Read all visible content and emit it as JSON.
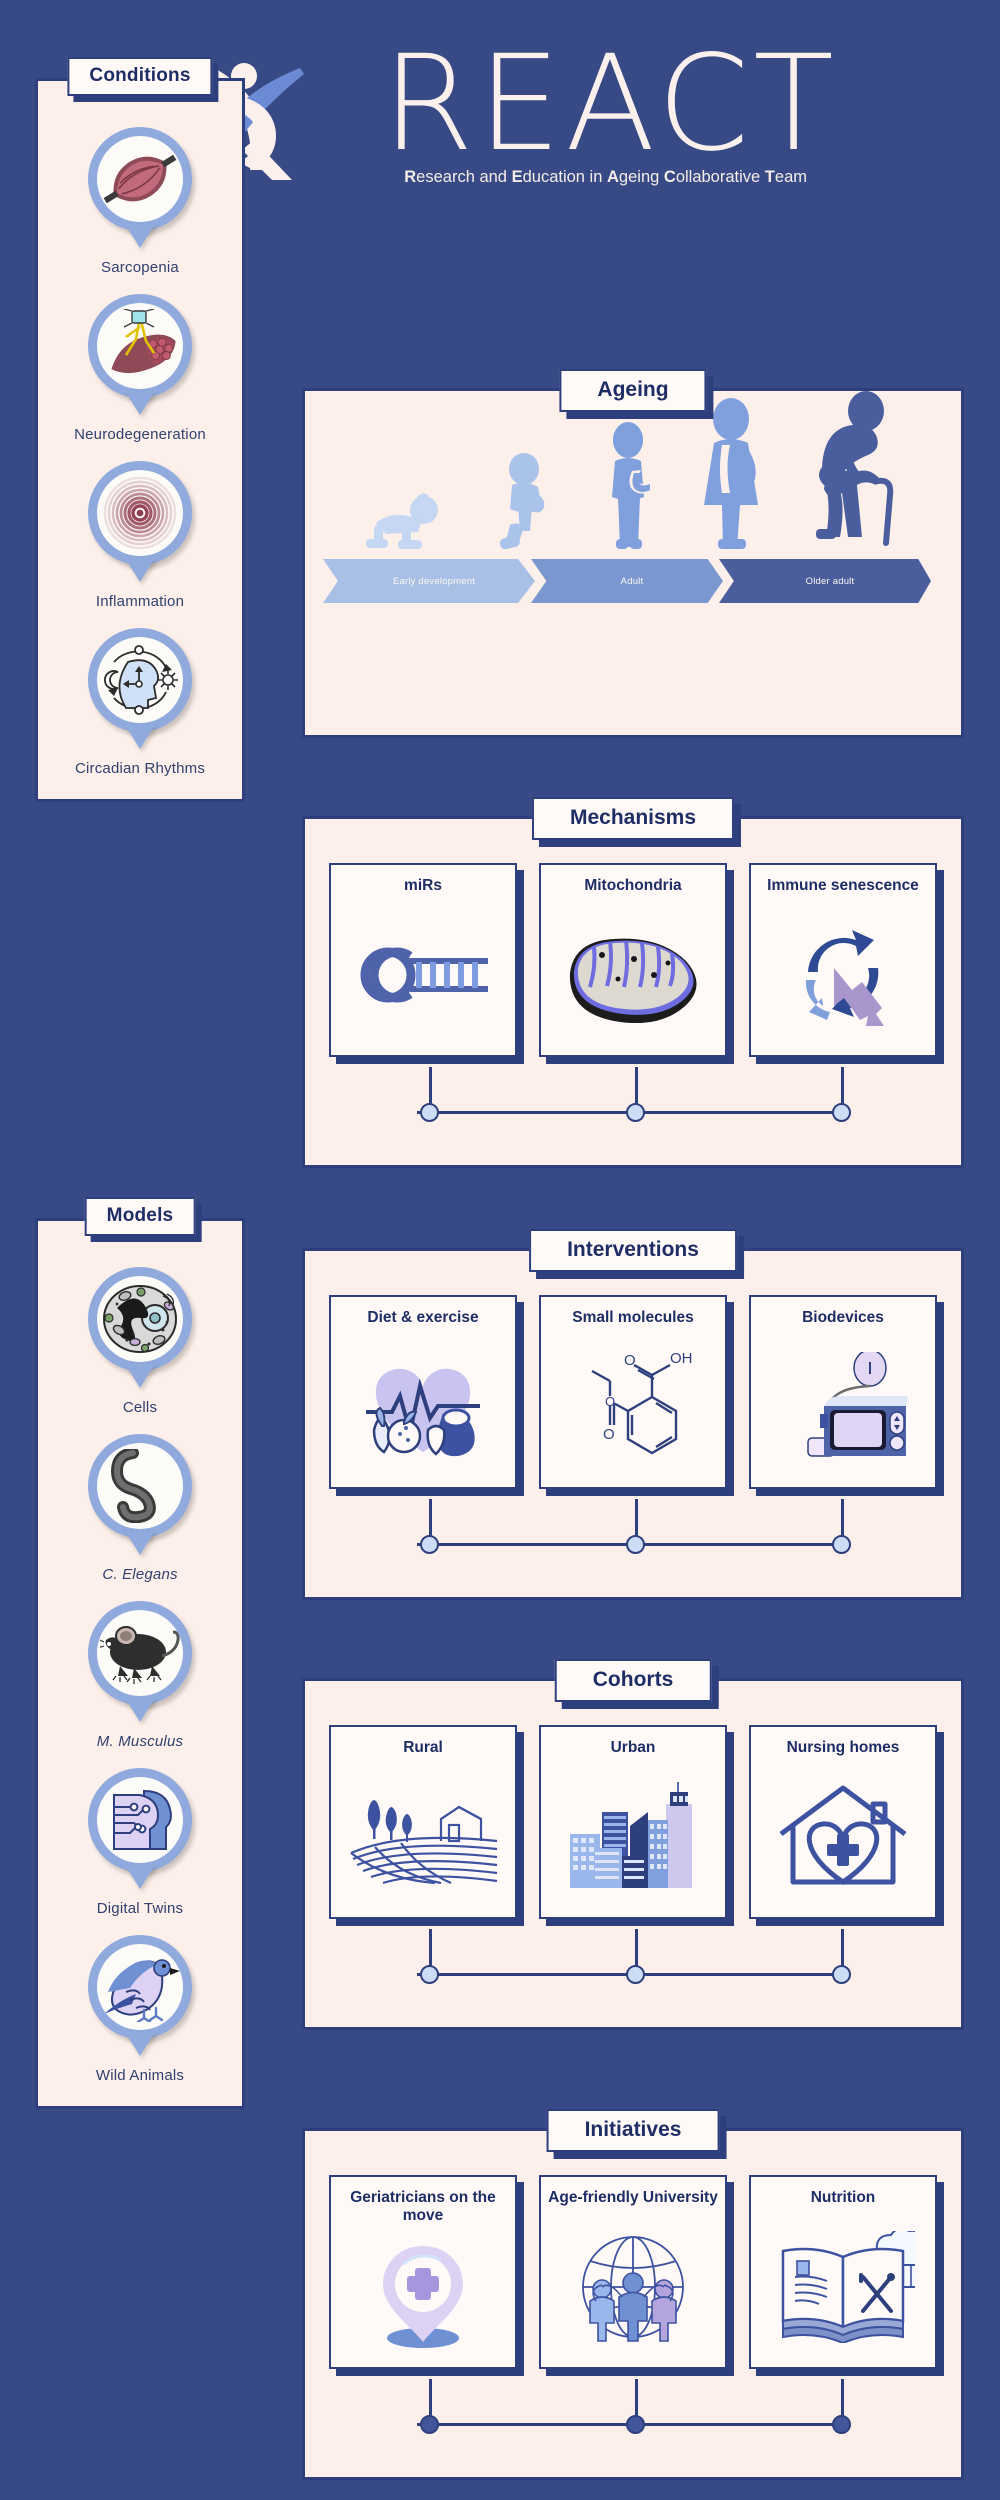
{
  "logo": {
    "wordmark": "REACT",
    "tagline_parts": [
      {
        "cap": "R",
        "rest": "esearch and "
      },
      {
        "cap": "E",
        "rest": "ducation in "
      },
      {
        "cap": "A",
        "rest": "geing "
      },
      {
        "cap": "C",
        "rest": "ollaborative "
      },
      {
        "cap": "T",
        "rest": "eam"
      }
    ],
    "tagline_full": "Research and Education in Ageing Collaborative Team",
    "mark_icon": "react-swoosh-figure-icon"
  },
  "colors": {
    "background": "#384a85",
    "panel_fill": "#fdf0ea",
    "card_fill": "#fffaf7",
    "border_dark": "#2e3f7e",
    "text_dark": "#1f2d66",
    "accent_light": "#91aadd",
    "dot_fill": "#ccdcf4"
  },
  "sidebars": [
    {
      "title": "Conditions",
      "items": [
        {
          "label": "Sarcopenia",
          "italic": false,
          "icon": "muscle-fiber-icon"
        },
        {
          "label": "Neurodegeneration",
          "italic": false,
          "icon": "neuromuscular-junction-icon"
        },
        {
          "label": "Inflammation",
          "italic": false,
          "icon": "concentric-rings-icon"
        },
        {
          "label": "Circadian Rhythms",
          "italic": false,
          "icon": "head-clock-sun-moon-icon"
        }
      ]
    },
    {
      "title": "Models",
      "items": [
        {
          "label": "Cells",
          "italic": false,
          "icon": "animal-cell-icon"
        },
        {
          "label": "C. Elegans",
          "italic": true,
          "icon": "nematode-worm-icon"
        },
        {
          "label": "M. Musculus",
          "italic": true,
          "icon": "mouse-icon"
        },
        {
          "label": "Digital Twins",
          "italic": false,
          "icon": "digital-twin-heads-icon"
        },
        {
          "label": "Wild Animals",
          "italic": false,
          "icon": "bird-icon"
        }
      ]
    }
  ],
  "panels": [
    {
      "title": "Ageing",
      "type": "timeline",
      "figures": [
        {
          "name": "crawling-baby-icon"
        },
        {
          "name": "toddler-icon"
        },
        {
          "name": "child-icon"
        },
        {
          "name": "adult-woman-icon"
        },
        {
          "name": "older-adult-with-cane-icon"
        }
      ],
      "stages": [
        {
          "label": "Early development",
          "color": "#a8c0e6"
        },
        {
          "label": "Adult",
          "color": "#7a97d0"
        },
        {
          "label": "Older adult",
          "color": "#4a5e9e"
        }
      ]
    },
    {
      "title": "Mechanisms",
      "type": "cards",
      "cards": [
        {
          "label": "miRs",
          "icon": "hairpin-rna-icon"
        },
        {
          "label": "Mitochondria",
          "icon": "mitochondrion-icon"
        },
        {
          "label": "Immune senescence",
          "icon": "cycle-declining-arrow-icon"
        }
      ]
    },
    {
      "title": "Interventions",
      "type": "cards",
      "cards": [
        {
          "label": "Diet & exercise",
          "icon": "heart-vegetables-kettlebell-icon"
        },
        {
          "label": "Small molecules",
          "icon": "aspirin-structure-icon"
        },
        {
          "label": "Biodevices",
          "icon": "monitor-sensor-device-icon"
        }
      ]
    },
    {
      "title": "Cohorts",
      "type": "cards",
      "cards": [
        {
          "label": "Rural",
          "icon": "farm-fields-icon"
        },
        {
          "label": "Urban",
          "icon": "city-skyline-icon"
        },
        {
          "label": "Nursing homes",
          "icon": "house-heart-cross-icon"
        }
      ]
    },
    {
      "title": "Initiatives",
      "type": "cards",
      "cards": [
        {
          "label": "Geriatricians on the move",
          "icon": "map-pin-medical-cross-icon"
        },
        {
          "label": "Age-friendly University",
          "icon": "globe-three-people-icon"
        },
        {
          "label": "Nutrition",
          "icon": "cookbook-chef-hat-icon"
        }
      ]
    }
  ]
}
